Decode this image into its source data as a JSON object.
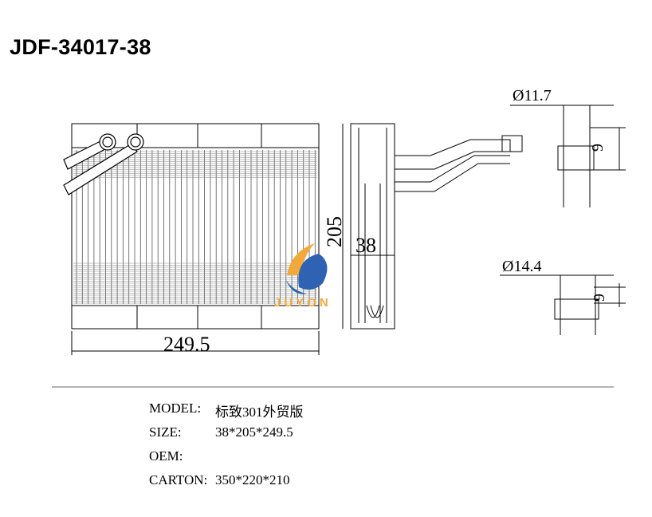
{
  "title": "JDF-34017-38",
  "drawing": {
    "width_dim": "249.5",
    "height_dim": "205",
    "depth_dim": "38",
    "pipe_small": "Ø11.7",
    "pipe_large": "Ø14.4",
    "pipe_small_len": "9",
    "pipe_large_len": "9",
    "logo_text": "JUYON",
    "logo_colors": {
      "orange": "#f2a93b",
      "blue": "#2f62b3"
    }
  },
  "specs": [
    {
      "label": "MODEL:",
      "value": "标致301外贸版"
    },
    {
      "label": "SIZE:",
      "value": "38*205*249.5"
    },
    {
      "label": "OEM:",
      "value": ""
    },
    {
      "label": "CARTON:",
      "value": "350*220*210"
    }
  ]
}
